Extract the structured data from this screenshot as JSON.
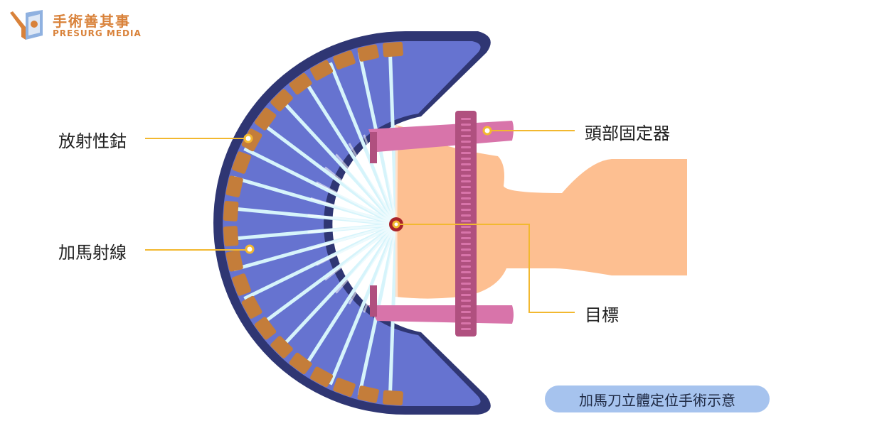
{
  "logo": {
    "name_cn": "手術善其事",
    "name_en": "PRESURG MEDIA"
  },
  "labels": {
    "cobalt_source": "放射性鈷",
    "gamma_ray": "加馬射線",
    "head_frame": "頭部固定器",
    "target": "目標"
  },
  "caption": "加馬刀立體定位手術示意",
  "colors": {
    "brand_orange": "#d9823a",
    "helmet_dark": "#2f3673",
    "helmet_blue": "#6673d0",
    "cobalt_brown": "#c47d3a",
    "beam": "#d6f4fb",
    "skin": "#fdbf91",
    "frame_pink": "#d874aa",
    "frame_dark": "#b0507f",
    "leader_line": "#f2b830",
    "target_red": "#a8232a",
    "caption_bg": "#a6c3ee"
  }
}
